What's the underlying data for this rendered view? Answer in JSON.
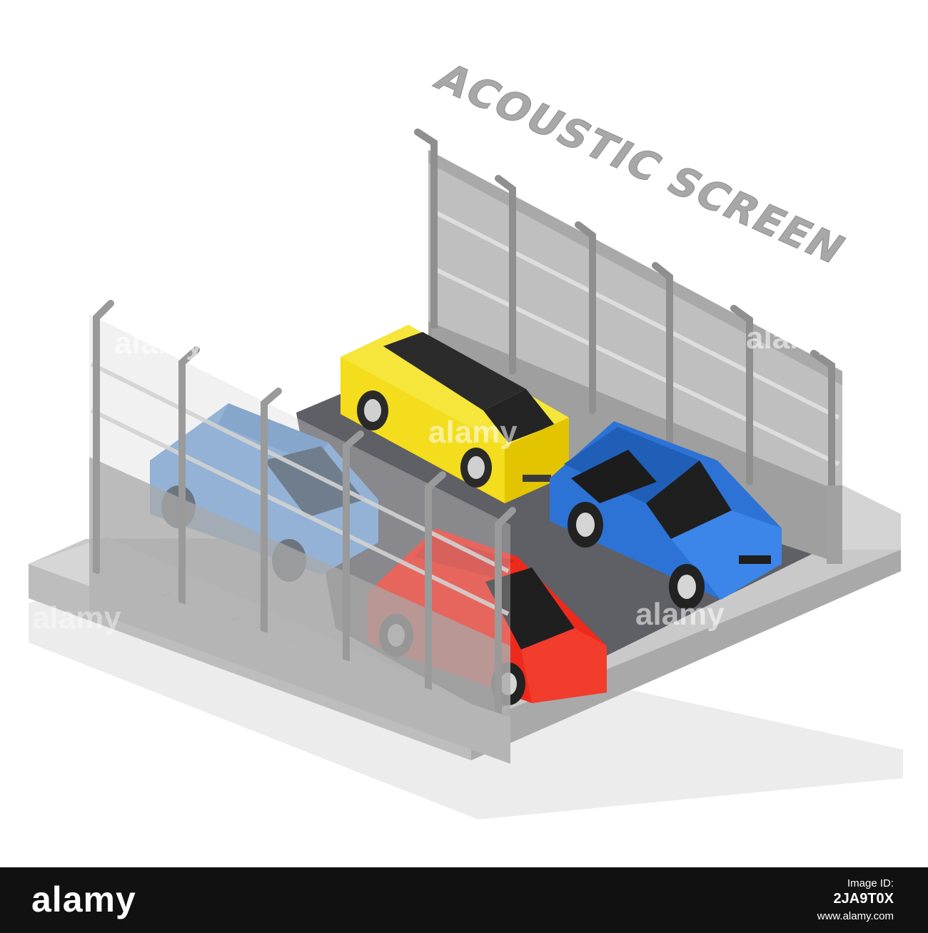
{
  "title": "ACOUSTIC SCREEN",
  "watermark": "alamy",
  "footer": {
    "logo": "alamy",
    "id_label": "Image ID:",
    "id_value": "2JA9T0X",
    "url": "www.alamy.com"
  },
  "colors": {
    "asphalt": "#5f5f66",
    "concrete": "#d9d9d9",
    "barrier": "#9c9c9c",
    "yellow_car": "#f6df1f",
    "blue_suv": "#2d73d6",
    "red_car": "#ee2a1c",
    "minivan": "#6f9fd6"
  }
}
